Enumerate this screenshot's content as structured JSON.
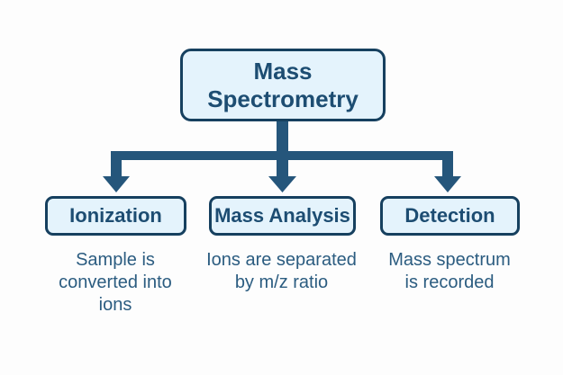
{
  "diagram": {
    "root": {
      "label": "Mass Spectrometry"
    },
    "branches": [
      {
        "label": "Ionization",
        "description": "Sample is converted into ions"
      },
      {
        "label": "Mass Analysis",
        "description": "Ions are separated by m/z ratio"
      },
      {
        "label": "Detection",
        "description": "Mass spectrum is recorded"
      }
    ],
    "colors": {
      "background": "#fdfdfd",
      "box_fill": "#e4f3fc",
      "box_border": "#16405f",
      "box_text": "#1d4d72",
      "connector": "#25567b",
      "desc_text": "#2b5c80"
    }
  }
}
